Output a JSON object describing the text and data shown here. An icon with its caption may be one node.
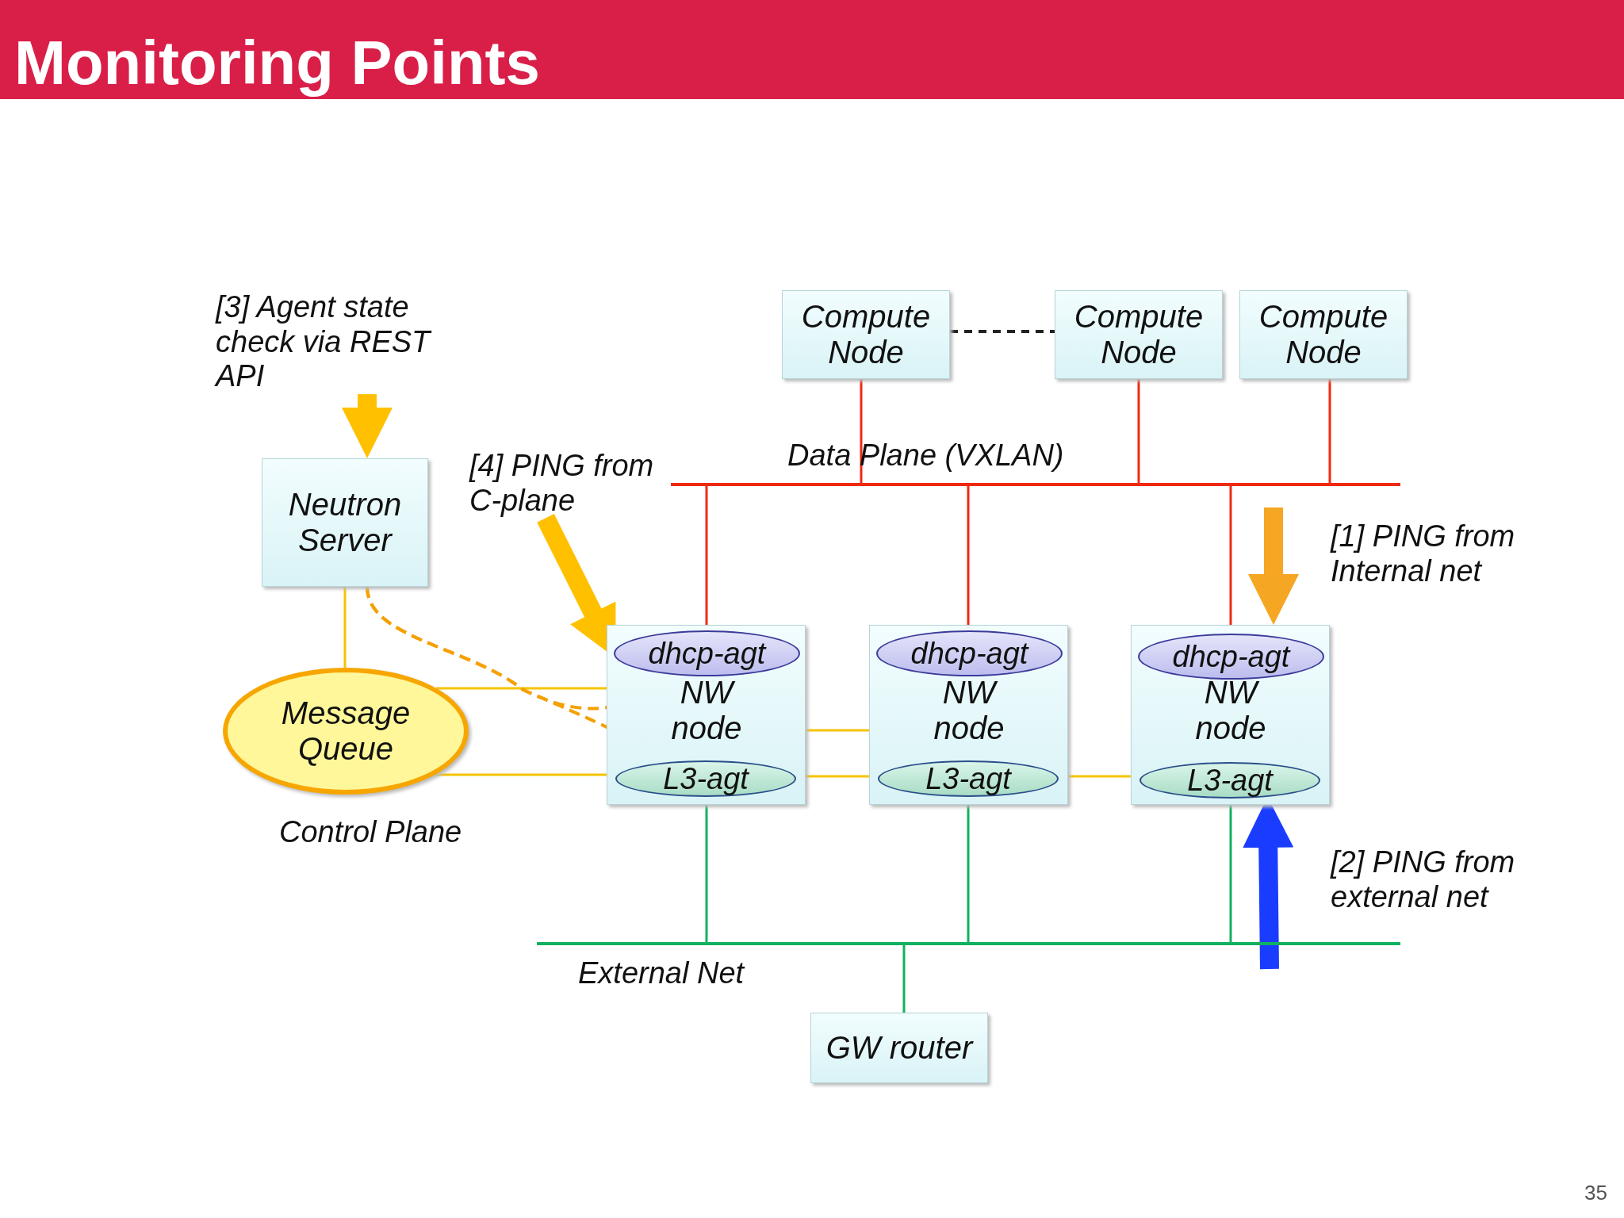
{
  "diagram": {
    "title": "Monitoring Points",
    "nodes": [
      {
        "text": [
          "Compute Node"
        ]
      },
      {
        "text": [
          "Compute Node"
        ]
      },
      {
        "text": [
          "Compute Node"
        ]
      },
      {
        "text": [],
        "shape": "bar",
        "beside": [
          "Data Plane (VXLAN)"
        ]
      },
      {
        "text": [
          "Neutron Server"
        ]
      },
      {
        "text": [
          "Message Queue"
        ],
        "beside": [
          "Control Plane"
        ]
      },
      {
        "text": [
          "NW node"
        ]
      },
      {
        "text": [
          "dhcp-agt"
        ],
        "in": 6
      },
      {
        "text": [
          "L3-agt"
        ],
        "in": 6
      },
      {
        "text": [
          "NW node"
        ]
      },
      {
        "text": [
          "dhcp-agt"
        ],
        "in": 9
      },
      {
        "text": [
          "L3-agt"
        ],
        "in": 9
      },
      {
        "text": [
          "NW node"
        ]
      },
      {
        "text": [
          "dhcp-agt"
        ],
        "in": 12
      },
      {
        "text": [
          "L3-agt"
        ],
        "in": 12
      },
      {
        "text": [],
        "shape": "bar",
        "beside": [
          "External Net"
        ]
      },
      {
        "text": [
          "GW router"
        ]
      },
      {
        "text": [
          "[3] Agent state check via REST API"
        ]
      },
      {
        "text": [
          "[4] PING from C-plane"
        ]
      }
    ],
    "edges": [
      {
        "from": 0,
        "to": 1,
        "arrow": "none",
        "style": "dashed",
        "color": "#222222"
      },
      {
        "from": 0,
        "to": 3,
        "arrow": "none",
        "color": "#f02a10"
      },
      {
        "from": 1,
        "to": 3,
        "arrow": "none",
        "color": "#f02a10"
      },
      {
        "from": 2,
        "to": 3,
        "arrow": "none",
        "color": "#f02a10"
      },
      {
        "from": 3,
        "to": 6,
        "arrow": "none",
        "color": "#f02a10"
      },
      {
        "from": 3,
        "to": 9,
        "arrow": "none",
        "color": "#f02a10"
      },
      {
        "from": 3,
        "to": 12,
        "arrow": "none",
        "color": "#f02a10"
      },
      {
        "from": 4,
        "to": 5,
        "arrow": "none",
        "color": "#f5c400"
      },
      {
        "from": 5,
        "to": 6,
        "arrow": "none",
        "color": "#f5c400"
      },
      {
        "from": 5,
        "to": 6,
        "arrow": "none",
        "color": "#f5c400"
      },
      {
        "from": 6,
        "to": 9,
        "arrow": "none",
        "color": "#f5c400"
      },
      {
        "from": 6,
        "to": 9,
        "arrow": "none",
        "color": "#f5c400"
      },
      {
        "from": 9,
        "to": 12,
        "arrow": "none",
        "color": "#f5c400"
      },
      {
        "from": 6,
        "to": 15,
        "arrow": "none",
        "color": "#12b060"
      },
      {
        "from": 9,
        "to": 15,
        "arrow": "none",
        "color": "#12b060"
      },
      {
        "from": 12,
        "to": 15,
        "arrow": "none",
        "color": "#12b060"
      },
      {
        "from": 15,
        "to": 16,
        "arrow": "none",
        "color": "#12b060"
      },
      {
        "from": 4,
        "to": 7,
        "arrow": "to",
        "style": "dashed",
        "color": "#f5a000"
      },
      {
        "from": 4,
        "to": 8,
        "arrow": "to",
        "style": "dashed",
        "color": "#f5a000"
      },
      {
        "from": 17,
        "to": 4,
        "arrow": "to",
        "style": "thick",
        "color": "#ffc000"
      },
      {
        "from": 18,
        "to": 7,
        "arrow": "to",
        "style": "thick",
        "color": "#ffc000"
      },
      {
        "from": null,
        "to": 12,
        "arrow": "to",
        "style": "thick",
        "color": "#f5a623"
      },
      {
        "from": null,
        "to": 14,
        "arrow": "to",
        "style": "thick",
        "color": "#1a3cff"
      }
    ],
    "labels": [
      "[1] PING from Internal net",
      "[2] PING from external net",
      "35"
    ]
  }
}
